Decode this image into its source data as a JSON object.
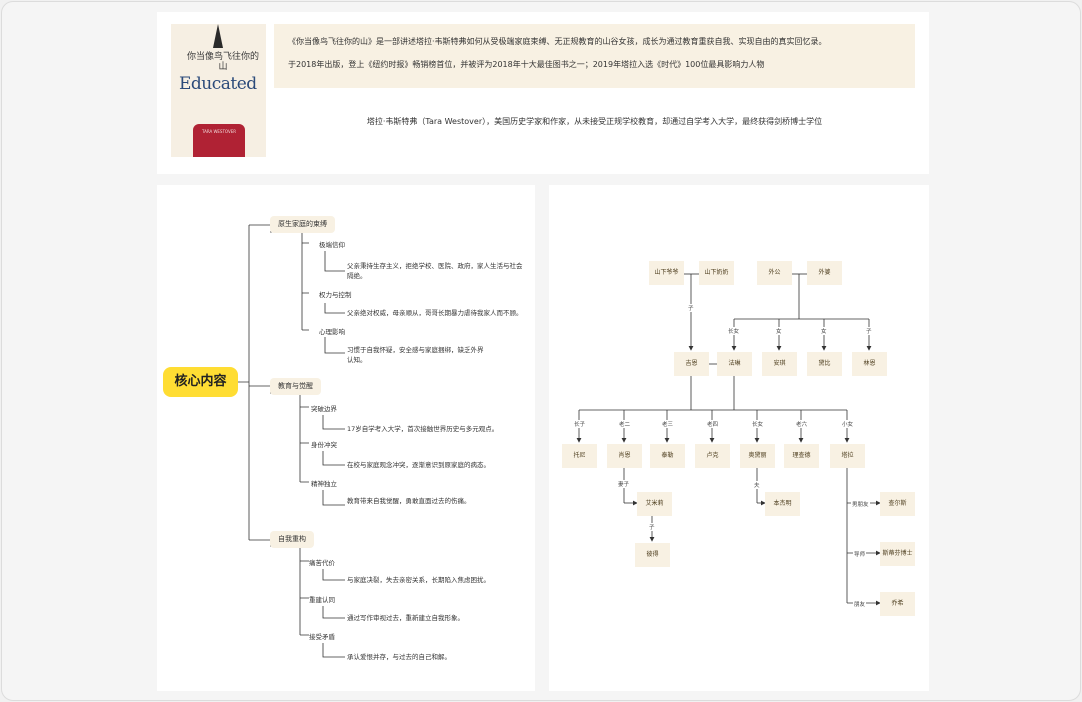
{
  "book": {
    "cover_title_cn": "你当像鸟飞往你的山",
    "cover_title_en": "Educated",
    "cover_author": "TARA WESTOVER",
    "summary": "《你当像鸟飞往你的山》是一部讲述塔拉·韦斯特弗如何从受极端家庭束缚、无正规教育的山谷女孩，成长为通过教育重获自我、实现自由的真实回忆录。",
    "honors": "于2018年出版，登上《纽约时报》畅销榜首位，并被评为2018年十大最佳图书之一；2019年塔拉入选《时代》100位最具影响力人物",
    "author_intro": "塔拉·韦斯特弗（Tara Westover），美国历史学家和作家，从未接受正规学校教育，却通过自学考入大学，最终获得剑桥博士学位"
  },
  "mindmap": {
    "root": "核心内容",
    "branches": [
      {
        "label": "原生家庭的束缚",
        "subs": [
          {
            "label": "极端信仰",
            "leaf": "父亲秉持生存主义，拒绝学校、医院、政府，家人生活与社会隔绝。"
          },
          {
            "label": "权力与控制",
            "leaf": "父亲绝对权威，母亲顺从，哥哥长期暴力虐待我家人而不顾。"
          },
          {
            "label": "心理影响",
            "leaf": "习惯于自我怀疑，安全感与家庭捆绑，缺乏外界认知。"
          }
        ]
      },
      {
        "label": "教育与觉醒",
        "subs": [
          {
            "label": "突破边界",
            "leaf": "17岁自学考入大学，首次接触世界历史与多元观点。"
          },
          {
            "label": "身份冲突",
            "leaf": "在校与家庭观念冲突，逐渐意识到原家庭的病态。"
          },
          {
            "label": "精神独立",
            "leaf": "教育带来自我觉醒，勇敢直面过去的伤痛。"
          }
        ]
      },
      {
        "label": "自我重构",
        "subs": [
          {
            "label": "痛苦代价",
            "leaf": "与家庭决裂，失去亲密关系，长期陷入焦虑困扰。"
          },
          {
            "label": "重建认同",
            "leaf": "通过写作审视过去，重新建立自我形象。"
          },
          {
            "label": "接受矛盾",
            "leaf": "承认爱恨并存，与过去的自己和解。"
          }
        ]
      }
    ]
  },
  "family": {
    "nodes": [
      {
        "id": "mg",
        "label": "山下爷爷"
      },
      {
        "id": "mgm",
        "label": "山下奶奶"
      },
      {
        "id": "wg",
        "label": "外公"
      },
      {
        "id": "wgm",
        "label": "外婆"
      },
      {
        "id": "dad",
        "label": "吉恩"
      },
      {
        "id": "mom",
        "label": "法琳"
      },
      {
        "id": "aunt1",
        "label": "安琪"
      },
      {
        "id": "aunt2",
        "label": "黛比"
      },
      {
        "id": "aunt3",
        "label": "林恩"
      },
      {
        "id": "c1",
        "label": "托尼"
      },
      {
        "id": "c2",
        "label": "肖恩"
      },
      {
        "id": "c3",
        "label": "泰勒"
      },
      {
        "id": "c4",
        "label": "卢克"
      },
      {
        "id": "c5",
        "label": "奥黛丽"
      },
      {
        "id": "c6",
        "label": "理查德"
      },
      {
        "id": "c7",
        "label": "塔拉"
      },
      {
        "id": "sw",
        "label": "艾米莉"
      },
      {
        "id": "sc",
        "label": "彼得"
      },
      {
        "id": "ah",
        "label": "本杰明"
      },
      {
        "id": "t1",
        "label": "查尔斯"
      },
      {
        "id": "t2",
        "label": "斯蒂芬博士"
      },
      {
        "id": "t3",
        "label": "乔希"
      }
    ],
    "relations": {
      "son": "子",
      "eldest": "长女",
      "girl1": "女",
      "girl2": "女",
      "youngest": "子",
      "r1": "长子",
      "r2": "老二",
      "r3": "老三",
      "r4": "老四",
      "r5": "长女",
      "r6": "老六",
      "r7": "小女",
      "wife": "妻子",
      "child": "子",
      "husband": "夫",
      "t1": "男朋友",
      "t2": "导师",
      "t3": "朋友"
    }
  }
}
